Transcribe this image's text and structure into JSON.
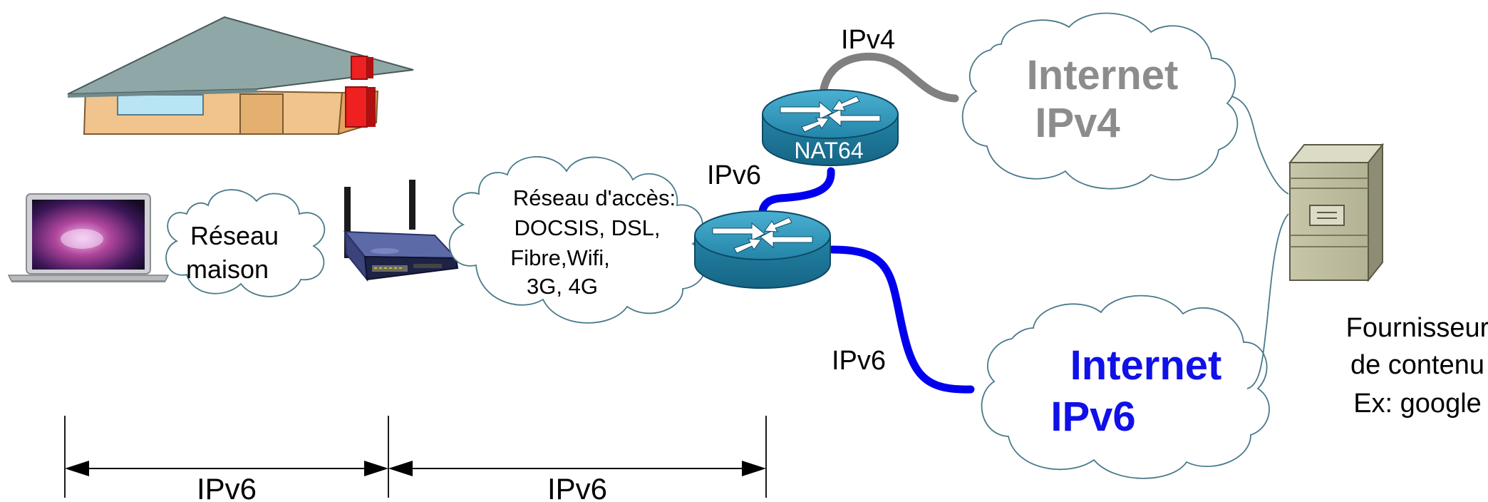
{
  "home_cloud": {
    "line1": "Réseau",
    "line2": "maison"
  },
  "access_cloud": {
    "line1": "Réseau d'accès:",
    "line2": "DOCSIS, DSL,",
    "line3": "Fibre,Wifi,",
    "line4": "3G, 4G"
  },
  "nat_router": {
    "label": "NAT64"
  },
  "link_labels": {
    "ipv4_top": "IPv4",
    "ipv6_mid": "IPv6",
    "ipv6_lower": "IPv6"
  },
  "internet_ipv4": {
    "line1": "Internet",
    "line2": "IPv4",
    "color": "#8c8c8c"
  },
  "internet_ipv6": {
    "line1": "Internet",
    "line2": "IPv6",
    "color": "#1010e8"
  },
  "content_provider": {
    "line1": "Fournisseur",
    "line2": "de contenu",
    "line3": "Ex: google"
  },
  "bottom_spans": {
    "left": "IPv6",
    "right": "IPv6"
  },
  "colors": {
    "router": "#2a8cae",
    "ipv6_link": "#0000ee",
    "ipv4_link": "#808080"
  },
  "icons": [
    "house-icon",
    "laptop-icon",
    "wifi-router-icon",
    "router-icon",
    "server-icon",
    "cloud-icon"
  ]
}
